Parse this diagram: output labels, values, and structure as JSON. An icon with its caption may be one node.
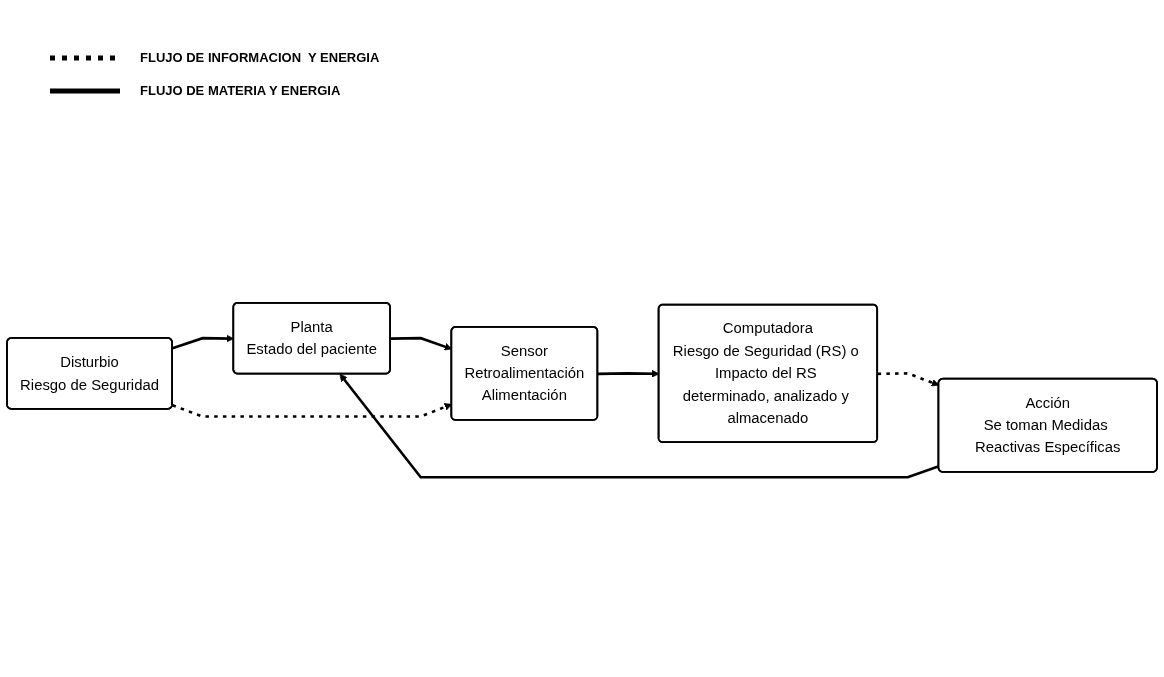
{
  "diagram": {
    "nodes": [
      {
        "text": [
          "Disturbio",
          "Riesgo de Seguridad"
        ]
      },
      {
        "text": [
          "Planta",
          "Estado del paciente"
        ]
      },
      {
        "text": [
          "Acción",
          "Se toman Medidas Reactivas Específicas"
        ]
      },
      {
        "text": [
          "Computadora",
          "Riesgo de Seguridad (RS) o Impacto del RS determinado, analizado y almacenado"
        ]
      },
      {
        "text": [
          "Sensor",
          "Retroalimentación",
          "Alimentación"
        ]
      }
    ],
    "edges": [
      {
        "from": 0,
        "to": 1,
        "arrow": "to"
      },
      {
        "from": 1,
        "to": 4,
        "arrow": "to"
      },
      {
        "from": 0,
        "to": 4,
        "arrow": "to",
        "style": "dashed"
      },
      {
        "from": 4,
        "to": 3,
        "arrow": "to"
      },
      {
        "from": 3,
        "to": 2,
        "arrow": "to",
        "style": "dashed"
      },
      {
        "from": 2,
        "to": 1,
        "arrow": "to"
      }
    ],
    "legend": [
      {
        "text": "FLUJO DE INFORMACION  Y ENERGIA"
      },
      {
        "text": "FLUJO DE MATERIA Y ENERGIA"
      }
    ]
  }
}
